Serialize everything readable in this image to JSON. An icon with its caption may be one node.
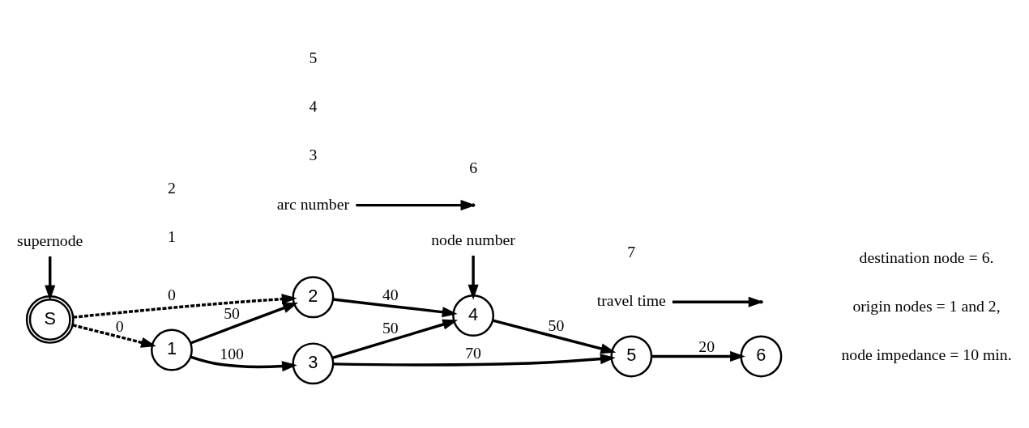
{
  "diagram": {
    "nodes": [
      {
        "text": [
          "S"
        ]
      },
      {
        "text": [
          "2"
        ]
      },
      {
        "text": [
          "4"
        ]
      },
      {
        "text": [
          "1"
        ]
      },
      {
        "text": [
          "3"
        ]
      },
      {
        "text": [
          "5"
        ]
      },
      {
        "text": [
          "6"
        ]
      },
      {
        "text": [
          "supernode"
        ]
      },
      {
        "text": [
          "arc number"
        ]
      },
      {
        "text": [
          "node number"
        ]
      },
      {
        "text": [
          "travel time"
        ]
      }
    ],
    "edges": [
      {
        "from": 0,
        "to": 1,
        "arrow": "to",
        "label": "0",
        "style": "dashed"
      },
      {
        "from": 0,
        "to": 3,
        "arrow": "to",
        "label": "0",
        "style": "dashed"
      },
      {
        "from": 3,
        "to": 1,
        "arrow": "to",
        "label": "50"
      },
      {
        "from": 1,
        "to": 2,
        "arrow": "to",
        "label": "40"
      },
      {
        "from": 3,
        "to": 4,
        "arrow": "to",
        "label": "100"
      },
      {
        "from": 4,
        "to": 2,
        "arrow": "to",
        "label": "50"
      },
      {
        "from": 2,
        "to": 5,
        "arrow": "to",
        "label": "50"
      },
      {
        "from": 4,
        "to": 5,
        "arrow": "to",
        "label": "70"
      },
      {
        "from": 5,
        "to": 6,
        "arrow": "to",
        "label": "20"
      },
      {
        "from": 7,
        "to": 0,
        "arrow": "to"
      },
      {
        "from": 8,
        "to": null,
        "arrow": "to"
      },
      {
        "from": 9,
        "to": 2,
        "arrow": "to"
      },
      {
        "from": 10,
        "to": null,
        "arrow": "to"
      }
    ],
    "labels": [
      "3",
      "1",
      "6",
      "2",
      "4",
      "5",
      "7",
      "node impedance = 10 min.",
      "origin nodes = 1 and 2,",
      "destination node = 6."
    ]
  }
}
